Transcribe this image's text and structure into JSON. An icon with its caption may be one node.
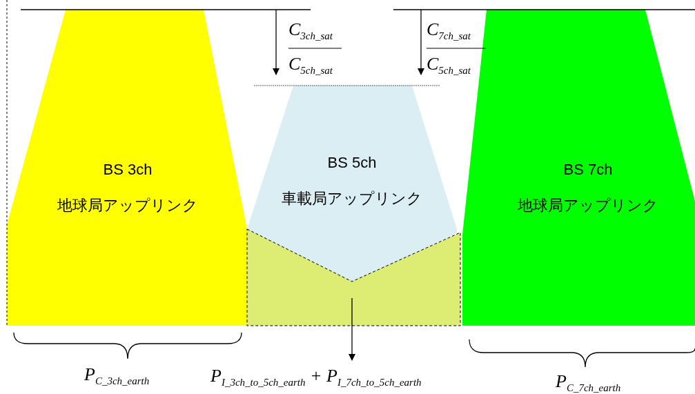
{
  "diagram": {
    "nodes": [
      {
        "text": [
          "BS 3ch",
          "地球局アップリンク"
        ]
      },
      {
        "text": [
          "BS 5ch",
          "車載局アップリンク"
        ]
      },
      {
        "text": [
          "BS 7ch",
          "地球局アップリンク"
        ]
      },
      {
        "text": [],
        "shape": "pentagon"
      },
      {
        "text": [
          "P$_{I_3ch_to_5ch_earth}$ + P$_{I_7ch_to_5ch_earth}$"
        ]
      }
    ],
    "edges": [
      {
        "from": 3,
        "to": 4,
        "arrow": "to"
      }
    ],
    "labels": [
      "C$_{3ch_sat}$",
      "C$_{5ch_sat}$",
      "C$_{7ch_sat}$",
      "C$_{5ch_sat}$",
      "P$_{C_3ch_earth}$",
      "P$_{C_7ch_earth}$"
    ]
  }
}
